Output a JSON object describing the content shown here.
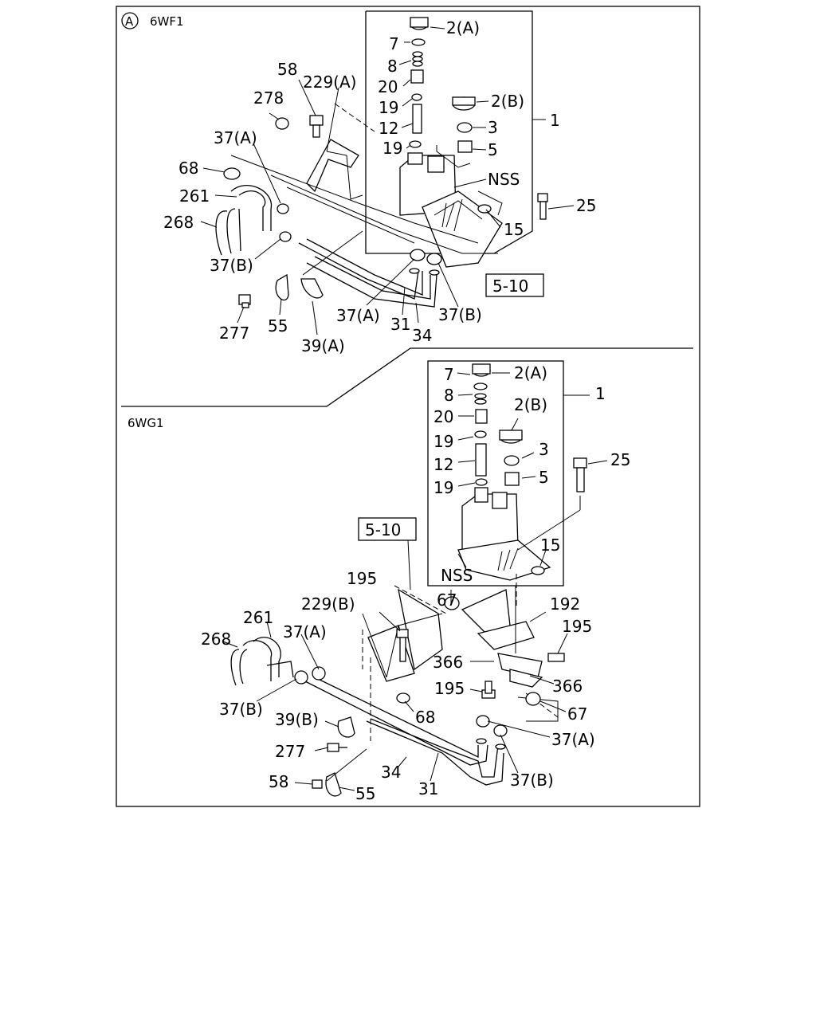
{
  "section_a": {
    "marker": "A",
    "model": "6WF1",
    "box_ref": "5-10",
    "labels": {
      "p2a": "2(A)",
      "p7": "7",
      "p8": "8",
      "p20": "20",
      "p19a": "19",
      "p12": "12",
      "p19b": "19",
      "p2b": "2(B)",
      "p3": "3",
      "p5": "5",
      "p1": "1",
      "nss": "NSS",
      "p25": "25",
      "p15": "15",
      "p58": "58",
      "p229a": "229(A)",
      "p278": "278",
      "p37a_top": "37(A)",
      "p68": "68",
      "p261": "261",
      "p268": "268",
      "p37b_left": "37(B)",
      "p277": "277",
      "p55": "55",
      "p39a": "39(A)",
      "p37a_bottom": "37(A)",
      "p31": "31",
      "p34": "34",
      "p37b_bottom": "37(B)"
    }
  },
  "section_b": {
    "model": "6WG1",
    "box_ref": "5-10",
    "labels": {
      "p7": "7",
      "p2a": "2(A)",
      "p8": "8",
      "p1": "1",
      "p20": "20",
      "p2b": "2(B)",
      "p19a": "19",
      "p12": "12",
      "p3": "3",
      "p19b": "19",
      "p5": "5",
      "p25": "25",
      "p15": "15",
      "nss": "NSS",
      "p195_top": "195",
      "p67_top": "67",
      "p192": "192",
      "p229b": "229(B)",
      "p195_right": "195",
      "p261": "261",
      "p268": "268",
      "p37a_left": "37(A)",
      "p366_left": "366",
      "p366_right": "366",
      "p37b_left": "37(B)",
      "p195_mid": "195",
      "p67_right": "67",
      "p39b": "39(B)",
      "p68": "68",
      "p37a_right": "37(A)",
      "p277": "277",
      "p34": "34",
      "p37b_right": "37(B)",
      "p58": "58",
      "p31": "31",
      "p55": "55"
    }
  }
}
